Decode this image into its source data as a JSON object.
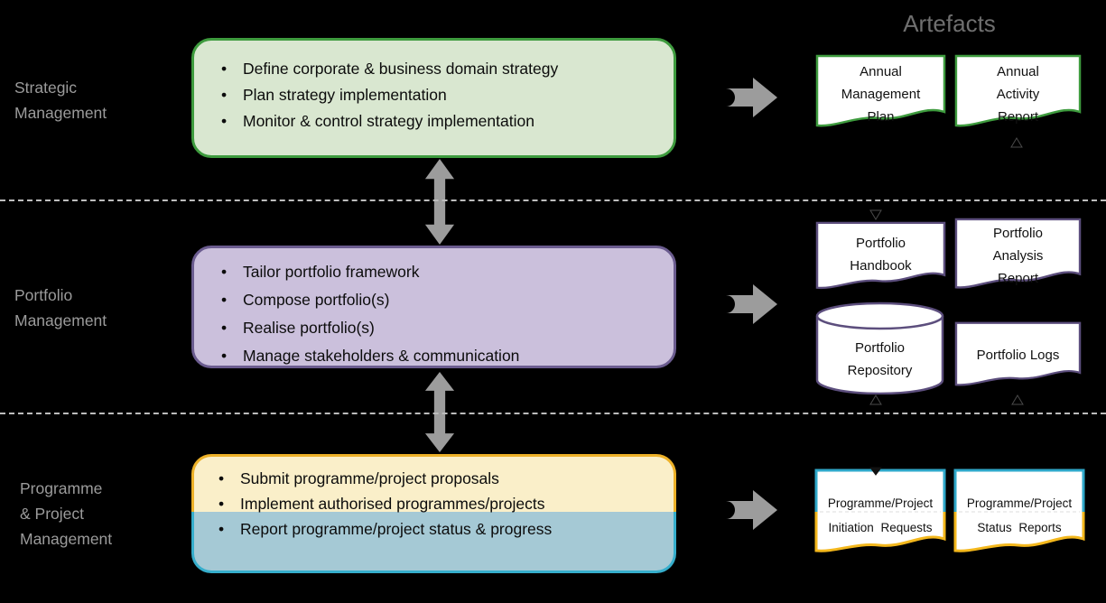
{
  "artefacts_title": "Artefacts",
  "lanes": {
    "strategic": {
      "label": "Strategic\nManagement",
      "bullets": [
        "Define corporate & business domain strategy",
        "Plan strategy implementation",
        "Monitor & control strategy implementation"
      ]
    },
    "portfolio": {
      "label": "Portfolio\nManagement",
      "bullets": [
        "Tailor portfolio framework",
        "Compose portfolio(s)",
        "Realise portfolio(s)",
        "Manage stakeholders & communication"
      ]
    },
    "programme": {
      "label": "Programme\n& Project\nManagement",
      "bullets": [
        "Submit programme/project proposals",
        "Implement authorised programmes/projects",
        "Report programme/project status & progress"
      ]
    }
  },
  "artefacts": {
    "strategic": {
      "annual_management_plan": "Annual\nManagement\nPlan",
      "annual_activity_report": "Annual\nActivity\nReport"
    },
    "portfolio": {
      "portfolio_handbook": "Portfolio\nHandbook",
      "portfolio_analysis_report": "Portfolio\nAnalysis\nReport",
      "portfolio_repository": "Portfolio\nRepository",
      "portfolio_logs": "Portfolio Logs"
    },
    "programme": {
      "initiation_requests": "Programme/Project\nInitiation Requests",
      "status_reports": "Programme/Project\nStatus Reports"
    }
  },
  "colors": {
    "background": "#000000",
    "lane_label_gray": "#9b9b9b",
    "artefacts_title_gray": "#6f6f6f",
    "strategic_fill": "#d9e7d0",
    "strategic_border": "#3e9b3e",
    "portfolio_fill": "#cbc0dc",
    "portfolio_border": "#6b5c8f",
    "artefact_purple_border": "#5c4e7d",
    "programme_yellow_fill": "#faefc9",
    "programme_yellow_border": "#edb128",
    "programme_teal_fill": "#a5c9d5",
    "programme_teal_border": "#36aecc",
    "arrow_gray": "#9c9c9c",
    "separator_dash": "#bdbdbd",
    "document_fill": "#ffffff"
  }
}
